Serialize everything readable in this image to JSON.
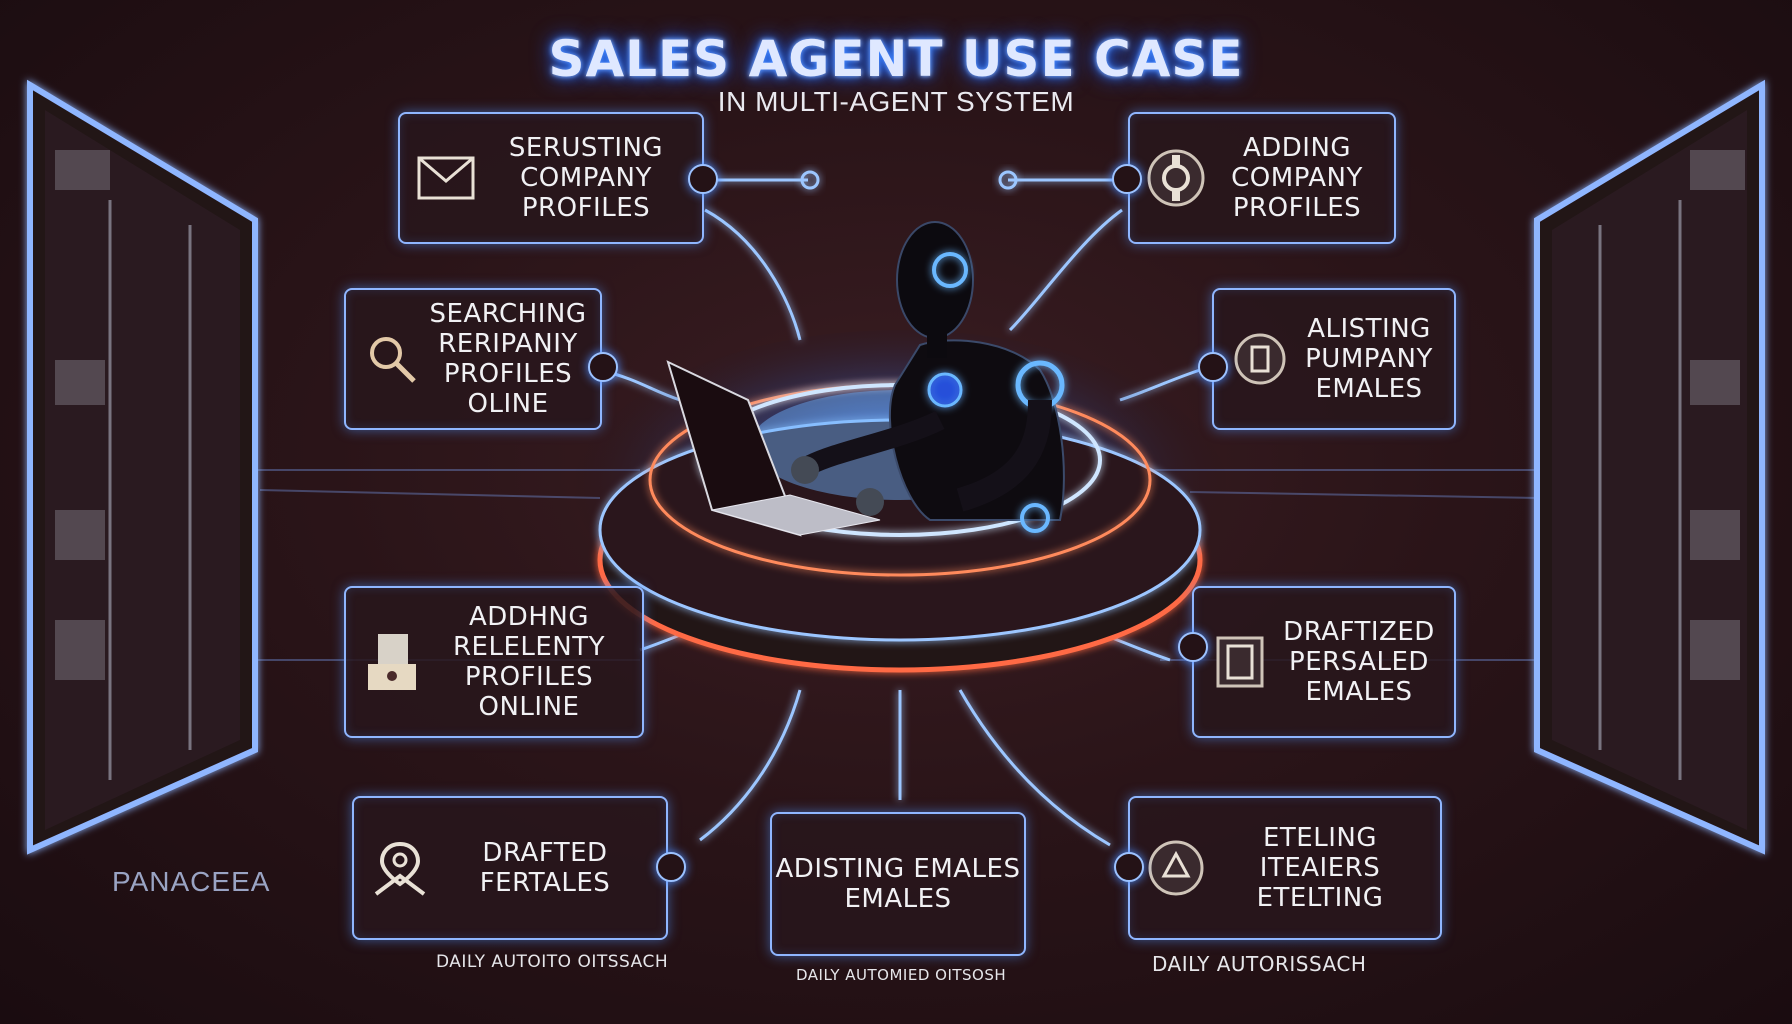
{
  "header": {
    "title": "SALES AGENT USE CASE",
    "subtitle": "IN MULTI-AGENT SYSTEM"
  },
  "cards": [
    {
      "label": "SERUSTING COMPANY PROFILES",
      "icon": "envelope-icon"
    },
    {
      "label": "ADDING COMPANY PROFILES",
      "icon": "gear-badge-icon"
    },
    {
      "label": "SEARCHING RERIPANIY PROFILES OLINE",
      "icon": "magnifier-hand-icon"
    },
    {
      "label": "ALISTING PUMPANY EMALES",
      "icon": "emblem-icon"
    },
    {
      "label": "ADDHNG RELELENTY PROFILES ONLINE",
      "icon": "document-folder-icon"
    },
    {
      "label": "DRAFTIZED PERSALED EMALES",
      "icon": "document-frame-icon"
    },
    {
      "label": "DRAFTED FERTALES",
      "icon": "location-mail-icon"
    },
    {
      "label": "ADISTING EMALES EMALES",
      "icon": ""
    },
    {
      "label": "ETELING ITEAIERS ETELTING",
      "icon": "badge-icon"
    }
  ],
  "captions": {
    "left": "DAILY AUTOITO OITSSACH",
    "center": "DAILY AUTOMIED OITSOSH",
    "right": "DAILY  AUTORISSACH"
  },
  "brand": "PANACEEA",
  "colors": {
    "glow_blue": "#4d8dff",
    "ring_red": "#ff5a3c",
    "background": "#2a1418"
  }
}
